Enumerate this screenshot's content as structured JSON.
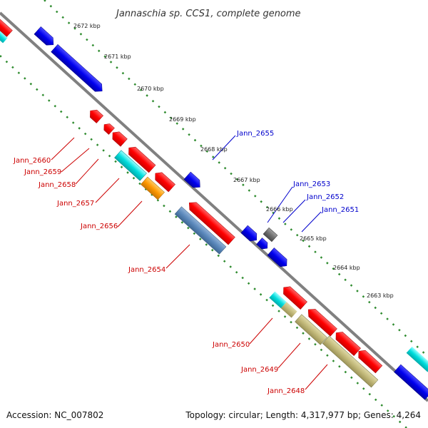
{
  "map": {
    "title": "Jannaschia sp. CCS1, complete genome",
    "accession": "Accession: NC_007802",
    "topology": "Topology: circular; Length: 4,317,977 bp; Genes: 4,264"
  },
  "ticks": [
    "2672 kbp",
    "2671 kbp",
    "2670 kbp",
    "2669 kbp",
    "2668 kbp",
    "2667 kbp",
    "2666 kbp",
    "2665 kbp",
    "2664 kbp",
    "2663 kbp"
  ],
  "genes": [
    {
      "name": "Jann_2660",
      "color": "#cc0000",
      "strand": "reverse"
    },
    {
      "name": "Jann_2659",
      "color": "#cc0000",
      "strand": "reverse"
    },
    {
      "name": "Jann_2658",
      "color": "#cc0000",
      "strand": "reverse"
    },
    {
      "name": "Jann_2657",
      "color": "#cc0000",
      "strand": "reverse"
    },
    {
      "name": "Jann_2656",
      "color": "#cc0000",
      "strand": "reverse"
    },
    {
      "name": "Jann_2655",
      "color": "#0000cc",
      "strand": "forward"
    },
    {
      "name": "Jann_2654",
      "color": "#cc0000",
      "strand": "reverse"
    },
    {
      "name": "Jann_2653",
      "color": "#0000cc",
      "strand": "forward"
    },
    {
      "name": "Jann_2652",
      "color": "#0000cc",
      "strand": "forward"
    },
    {
      "name": "Jann_2651",
      "color": "#0000cc",
      "strand": "forward"
    },
    {
      "name": "Jann_2650",
      "color": "#cc0000",
      "strand": "reverse"
    },
    {
      "name": "Jann_2649",
      "color": "#cc0000",
      "strand": "reverse"
    },
    {
      "name": "Jann_2648",
      "color": "#cc0000",
      "strand": "reverse"
    }
  ],
  "colors": {
    "backbone": "#808080",
    "tick_dots": "#2e8b2e",
    "red": "#ff0000",
    "blue": "#0000ee",
    "cyan": "#00dddd",
    "orange": "#ff9900",
    "steel": "#5b88bb",
    "olive": "#c2b97a",
    "gray": "#707070"
  }
}
